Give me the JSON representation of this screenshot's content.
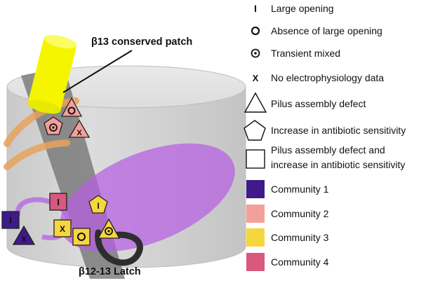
{
  "callouts": {
    "conserved_patch": "β13 conserved patch",
    "latch": "β12-13 Latch"
  },
  "markers": {
    "large_opening": "I",
    "no_ephys": "X"
  },
  "legend": {
    "large_opening": "Large opening",
    "absence_large_opening": "Absence of large opening",
    "transient_mixed": "Transient mixed",
    "no_ephys": "No electrophysiology data",
    "pilus_defect": "Pilus assembly defect",
    "antibiotic": "Increase in antibiotic sensitivity",
    "both_line1": "Pilus assembly defect and",
    "both_line2": "increase in antibiotic sensitivity",
    "community1": "Community 1",
    "community2": "Community 2",
    "community3": "Community 3",
    "community4": "Community 4"
  },
  "colors": {
    "community1": "#3f1a8a",
    "community2": "#f4a09a",
    "community3": "#f7d53d",
    "community4": "#d9587d",
    "barrel": "#d6d6d6",
    "patch_helix": "#f5f500",
    "latch": "#2e2e2e",
    "orange_loop": "#e7a25a",
    "purple_loop": "#b66ee0"
  }
}
